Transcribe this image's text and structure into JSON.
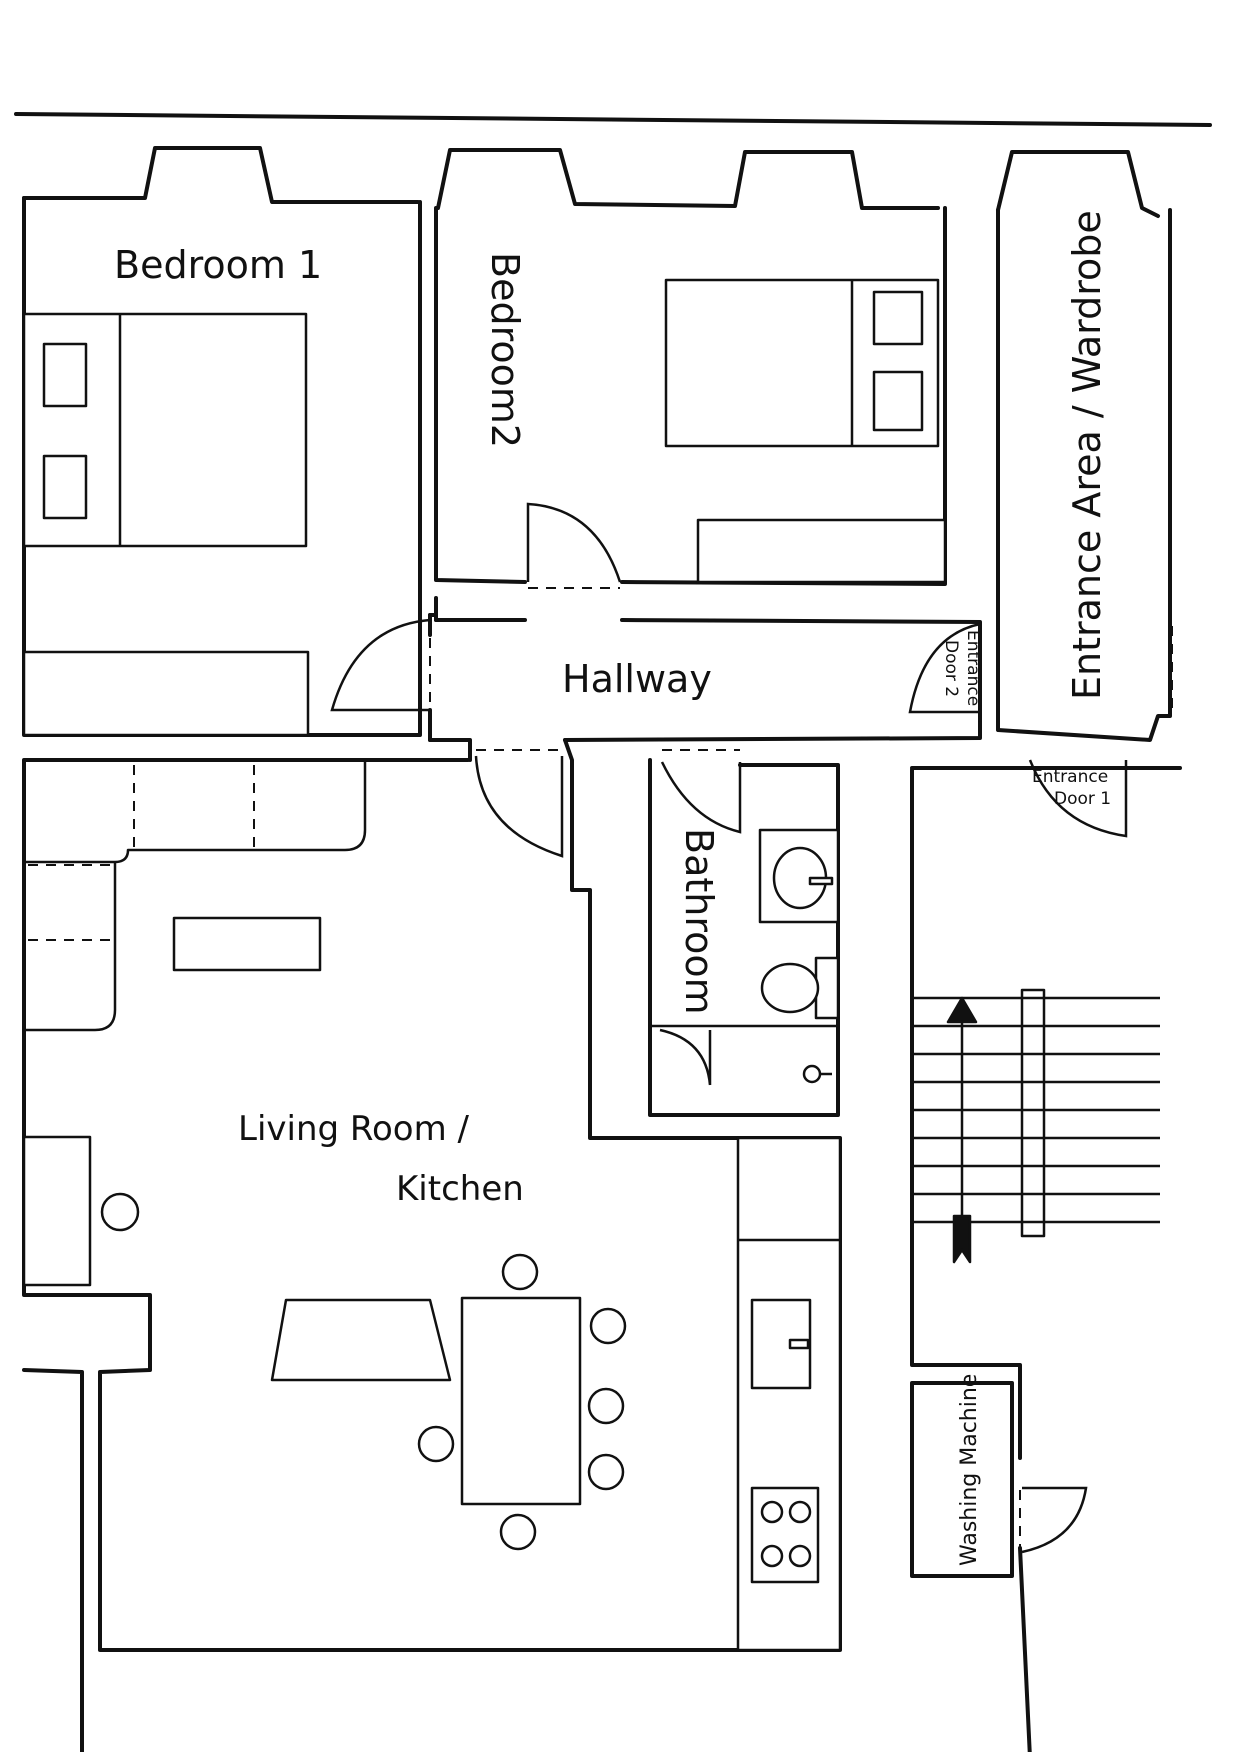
{
  "rooms": {
    "bedroom1": "Bedroom 1",
    "bedroom2": "Bedroom2",
    "entrance_area": "Entrance Area / Wardrobe",
    "hallway": "Hallway",
    "bathroom": "Bathroom",
    "living_line1": "Living Room /",
    "living_line2": "Kitchen",
    "washing_machine": "Washing Machine"
  },
  "doors": {
    "entrance_door2_line1": "Entrance",
    "entrance_door2_line2": "Door 2",
    "entrance_door1_line1": "Entrance",
    "entrance_door1_line2": "Door 1"
  },
  "colors": {
    "ink": "#111111",
    "paper": "#ffffff"
  }
}
